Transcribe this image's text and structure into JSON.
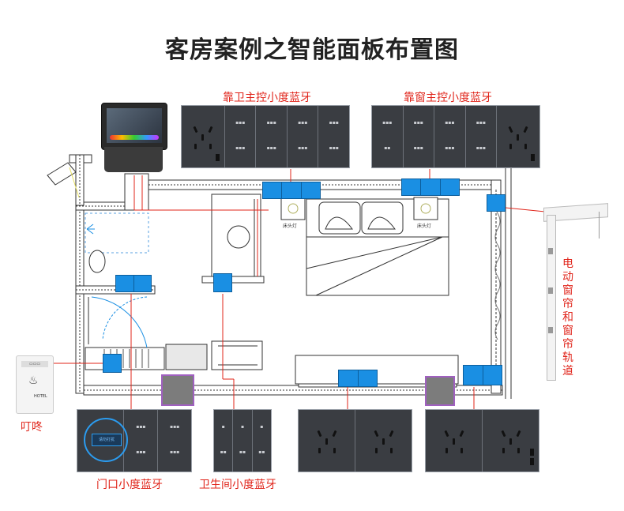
{
  "title": "客房案例之智能面板布置图",
  "labels": {
    "bed_panel": "靠卫主控小度蓝牙",
    "window_panel": "靠窗主控小度蓝牙",
    "door_panel": "门口小度蓝牙",
    "bath_panel": "卫生间小度蓝牙",
    "curtain": "电动窗帘和窗帘轨道",
    "doorbell": "叮咚",
    "doorbell_brand": "HOTEL",
    "lamp_left": "床头灯",
    "lamp_right": "床头灯",
    "door_screen": "请勿打扰"
  },
  "colors": {
    "accent_red": "#e0241a",
    "panel_gray": "#3a3d42",
    "node_blue": "#1a8fe3",
    "node_gray": "#7c7c7c"
  }
}
